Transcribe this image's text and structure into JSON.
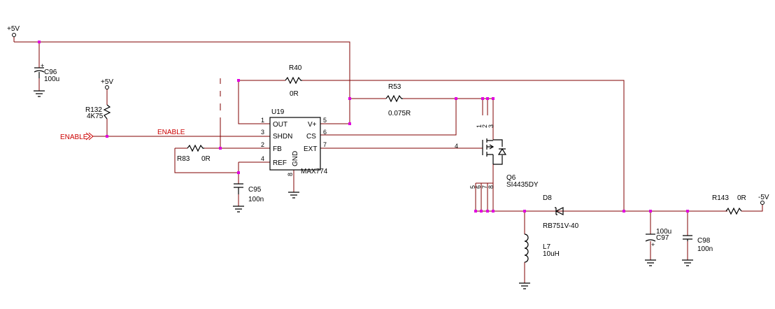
{
  "nets": {
    "vplus_top": "+5V",
    "vplus_r132": "+5V",
    "vminus_out": "-5V",
    "enable_port": "ENABLE",
    "enable_wire": "ENABLE"
  },
  "ic": {
    "ref": "U19",
    "part": "MAX774",
    "pins": {
      "out": "OUT",
      "shdn": "SHDN",
      "fb": "FB",
      "ref": "REF",
      "vplus": "V+",
      "cs": "CS",
      "ext": "EXT",
      "gnd": "GND"
    },
    "pin_numbers": {
      "p1": "1",
      "p2": "2",
      "p3": "3",
      "p4": "4",
      "p5": "5",
      "p6": "6",
      "p7": "7",
      "p8": "8"
    }
  },
  "components": {
    "c96": {
      "ref": "C96",
      "value": "100u"
    },
    "r132": {
      "ref": "R132",
      "value": "4K75"
    },
    "r40": {
      "ref": "R40",
      "value": "0R"
    },
    "r53": {
      "ref": "R53",
      "value": "0.075R"
    },
    "r83": {
      "ref": "R83",
      "value": "0R"
    },
    "c95": {
      "ref": "C95",
      "value": "100n"
    },
    "q6": {
      "ref": "Q6",
      "value": "SI4435DY"
    },
    "d8": {
      "ref": "D8",
      "value": "RB751V-40"
    },
    "l7": {
      "ref": "L7",
      "value": "10uH"
    },
    "c97": {
      "ref": "C97",
      "value": "100u"
    },
    "c98": {
      "ref": "C98",
      "value": "100n"
    },
    "r143": {
      "ref": "R143",
      "value": "0R"
    }
  },
  "q6_pins": {
    "p1": "1",
    "p2": "2",
    "p3": "3",
    "p4": "4",
    "p5": "5",
    "p6": "6",
    "p7": "7",
    "p8": "8"
  },
  "colors": {
    "wire": "#800000",
    "junction": "#e000e0",
    "port": "#cc0000"
  }
}
